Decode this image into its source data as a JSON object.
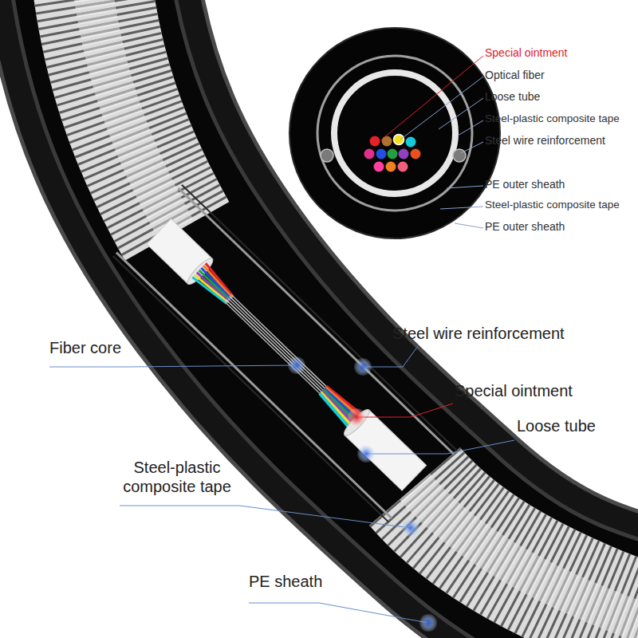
{
  "diagram": {
    "labels": [
      "Special ointment",
      "Optical fiber",
      "Loose tube",
      "Steel-plastic composite tape",
      "Steel wire reinforcement",
      "PE outer sheath",
      "Steel-plastic composite tape",
      "PE outer sheath",
      "Steel wire reinforcement",
      "Fiber core",
      "Special ointment",
      "Loose tube",
      "Steel-plastic composite tape",
      "PE sheath"
    ]
  }
}
